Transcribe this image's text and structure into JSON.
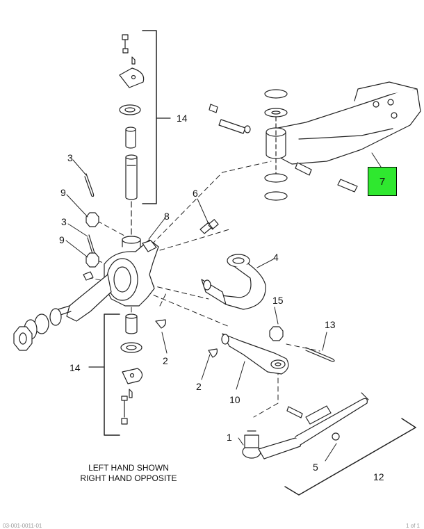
{
  "diagram": {
    "caption_line1": "LEFT HAND SHOWN",
    "caption_line2": "RIGHT HAND OPPOSITE",
    "highlight_color": "#2fe82f",
    "callouts": {
      "c1": "1",
      "c2a": "2",
      "c2b": "2",
      "c3a": "3",
      "c3b": "3",
      "c4": "4",
      "c5": "5",
      "c6": "6",
      "c7": "7",
      "c8": "8",
      "c9a": "9",
      "c9b": "9",
      "c10": "10",
      "c12": "12",
      "c13": "13",
      "c14a": "14",
      "c14b": "14",
      "c15": "15"
    },
    "footer_code": "03-001-0011-01",
    "footer_page": "1 of 1"
  }
}
